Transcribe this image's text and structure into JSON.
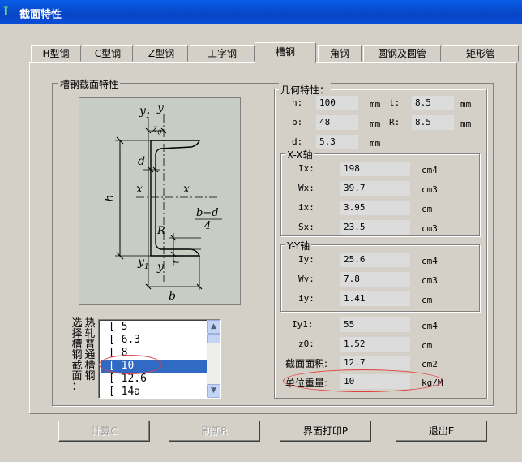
{
  "window": {
    "title": "截面特性",
    "icon": "app-icon"
  },
  "tabs": [
    {
      "label": "H型钢"
    },
    {
      "label": "C型钢"
    },
    {
      "label": "Z型钢"
    },
    {
      "label": "工字钢"
    },
    {
      "label": "槽钢"
    },
    {
      "label": "角钢"
    },
    {
      "label": "圆钢及圆管"
    },
    {
      "label": "矩形管"
    }
  ],
  "active_tab": "槽钢",
  "section_group": {
    "title": "槽钢截面特性"
  },
  "diagram": {
    "labels": {
      "y1_top": "y",
      "y1_top_sub": "1",
      "y_top": "y",
      "z0": "z",
      "z0_sub": "0",
      "d": "d",
      "h": "h",
      "x_left": "x",
      "x_right": "x",
      "bd4_num": "b−d",
      "bd4_den": "4",
      "R": "R",
      "t": "t",
      "y1_bot": "y",
      "y1_bot_sub": "1",
      "y_bot": "y",
      "b": "b"
    }
  },
  "selector": {
    "label_chars": [
      "选",
      "择",
      "槽",
      "钢",
      "截",
      "面",
      "："
    ],
    "label_chars2": [
      "热",
      "轧",
      "普",
      "通",
      "槽",
      "钢"
    ],
    "items": [
      "[ 5",
      "[ 6.3",
      "[ 8",
      "[ 10",
      "[ 12.6",
      "[ 14a"
    ],
    "selected": "[ 10"
  },
  "geometry": {
    "title": "几何特性：",
    "h": {
      "label": "h:",
      "value": "100",
      "unit": "mm"
    },
    "t": {
      "label": "t:",
      "value": "8.5",
      "unit": "mm"
    },
    "b": {
      "label": "b:",
      "value": "48",
      "unit": "mm"
    },
    "R": {
      "label": "R:",
      "value": "8.5",
      "unit": "mm"
    },
    "d": {
      "label": "d:",
      "value": "5.3",
      "unit": "mm"
    }
  },
  "xx_axis": {
    "title": "X-X轴",
    "Ix": {
      "label": "Ix:",
      "value": "198",
      "unit": "cm4"
    },
    "Wx": {
      "label": "Wx:",
      "value": "39.7",
      "unit": "cm3"
    },
    "ix": {
      "label": "ix:",
      "value": "3.95",
      "unit": "cm"
    },
    "Sx": {
      "label": "Sx:",
      "value": "23.5",
      "unit": "cm3"
    }
  },
  "yy_axis": {
    "title": "Y-Y轴",
    "Iy": {
      "label": "Iy:",
      "value": "25.6",
      "unit": "cm4"
    },
    "Wy": {
      "label": "Wy:",
      "value": "7.8",
      "unit": "cm3"
    },
    "iy": {
      "label": "iy:",
      "value": "1.41",
      "unit": "cm"
    }
  },
  "other": {
    "Iy1": {
      "label": "Iy1:",
      "value": "55",
      "unit": "cm4"
    },
    "z0": {
      "label": "z0:",
      "value": "1.52",
      "unit": "cm"
    },
    "area": {
      "label": "截面面积:",
      "value": "12.7",
      "unit": "cm2"
    },
    "weight": {
      "label": "单位重量:",
      "value": "10",
      "unit": "kg/M"
    }
  },
  "buttons": {
    "calc": "计算C",
    "refresh": "刷新R",
    "print": "界面打印P",
    "exit": "退出E"
  },
  "colors": {
    "titlebar": "#0a4fd8",
    "selection": "#316ac5",
    "annotation": "#e04040"
  }
}
